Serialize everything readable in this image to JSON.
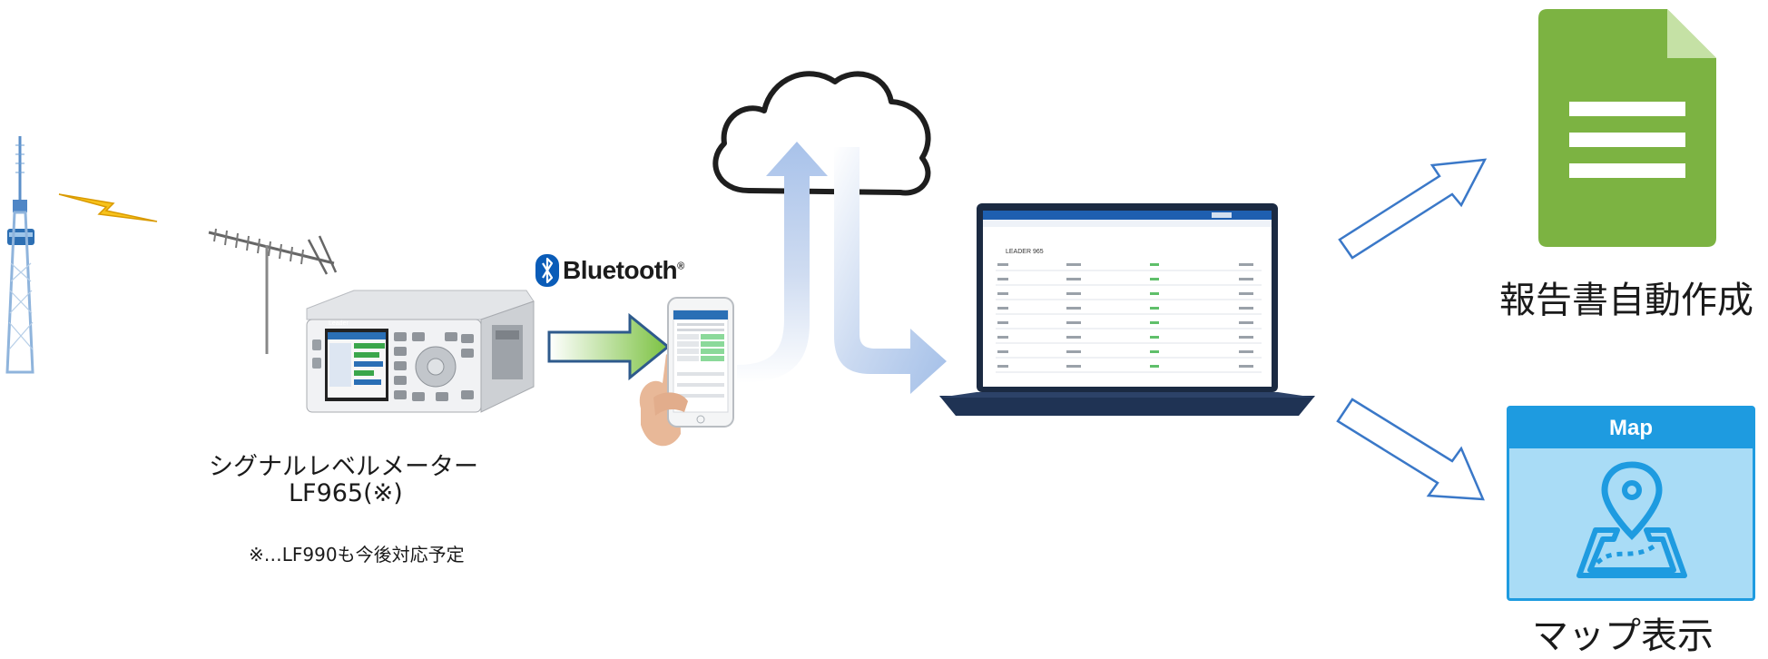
{
  "device": {
    "name": "シグナルレベルメーター",
    "model": "LF965(※)",
    "note": "※…LF990も今後対応予定",
    "brand": "Leader"
  },
  "bluetooth": {
    "label": "Bluetooth",
    "mark": "®"
  },
  "report": {
    "label": "報告書自動作成"
  },
  "map": {
    "header": "Map",
    "label": "マップ表示"
  },
  "laptop_screen": {
    "title": "LEADER 965"
  },
  "colors": {
    "bluetooth_blue": "#0a5cb8",
    "doc_green": "#7cb342",
    "map_header": "#1e9be0",
    "map_body": "#a9dcf6",
    "arrow_outline": "#3a78c8",
    "cloud_arrow": "#a9c4ea",
    "bolt": "#f5b400"
  }
}
